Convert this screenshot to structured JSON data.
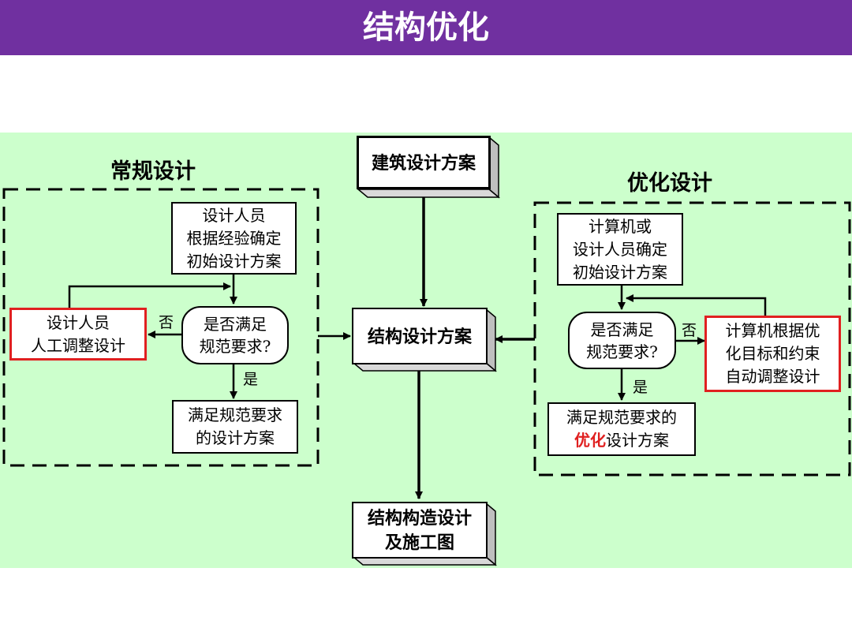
{
  "header": {
    "title": "结构优化"
  },
  "left": {
    "heading": "常规设计",
    "initial": [
      "设计人员",
      "根据经验确定",
      "初始设计方案"
    ],
    "decision": [
      "是否满足",
      "规范要求?"
    ],
    "adjust": [
      "设计人员",
      "人工调整设计"
    ],
    "result": [
      "满足规范要求",
      "的设计方案"
    ],
    "no_label": "否",
    "yes_label": "是"
  },
  "center": {
    "arch": "建筑设计方案",
    "struct": "结构设计方案",
    "detail": [
      "结构构造设计",
      "及施工图"
    ]
  },
  "right": {
    "heading": "优化设计",
    "initial": [
      "计算机或",
      "设计人员确定",
      "初始设计方案"
    ],
    "decision": [
      "是否满足",
      "规范要求?"
    ],
    "adjust": [
      "计算机根据优",
      "化目标和约束",
      "自动调整设计"
    ],
    "result_line1": "满足规范要求的",
    "result_highlight": "优化",
    "result_rest": "设计方案",
    "no_label": "否",
    "yes_label": "是"
  },
  "colors": {
    "header": "#7030a0",
    "canvas": "#ccffcc",
    "highlight": "#e02020"
  }
}
